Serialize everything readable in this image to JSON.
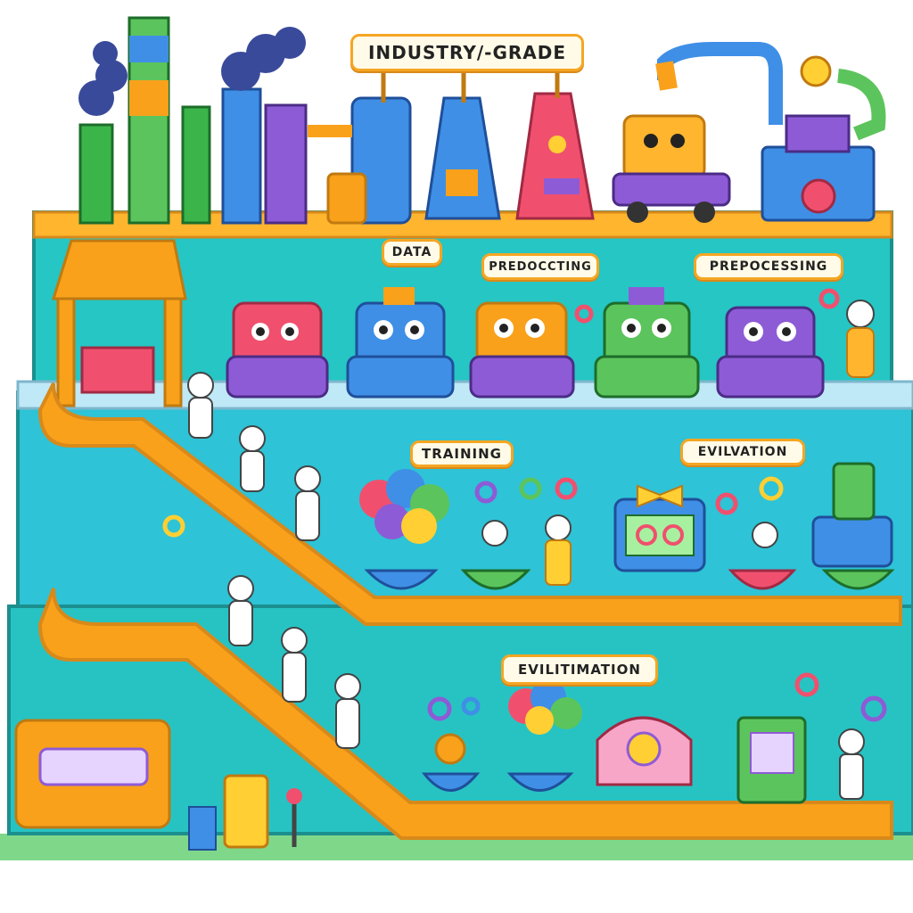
{
  "banner": {
    "text": "INDUSTRY/-GRADE"
  },
  "stage_labels": {
    "data": "DATA",
    "predoccting": "PREDOCCTING",
    "preprocessing": "PREPOCESSING",
    "training": "TRAINING",
    "evilvation": "EVILVATION",
    "evilitimation": "EVILITIMATION"
  },
  "palette": {
    "teal_wall": "#25c6c4",
    "orange_slide": "#f9a11b",
    "sky_shelf": "#bfe9f7",
    "floor_green": "#7fd88a",
    "purple": "#8e5bd6",
    "red": "#f0506e",
    "blue": "#3f8fe6",
    "green": "#5cc45c",
    "yellow": "#ffcf33"
  }
}
